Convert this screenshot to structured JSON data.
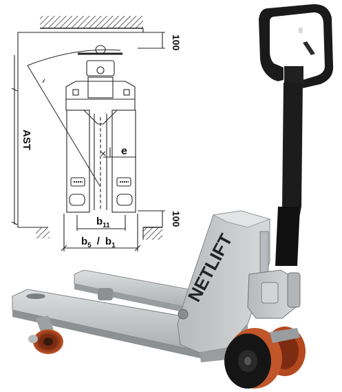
{
  "brand": {
    "text": "NETLIFT"
  },
  "dimensions": {
    "clearance_top": "100",
    "clearance_bottom": "100",
    "aisle_width": "AST",
    "fork_offset": "e",
    "inner_width": "b",
    "inner_width_sub": "11",
    "outer_width_a": "b",
    "outer_width_a_sub": "5",
    "slash": "/",
    "outer_width_b": "b",
    "outer_width_b_sub": "1"
  },
  "colors": {
    "frame": "#c8cacb",
    "frame_shadow": "#9c9fa1",
    "handle": "#1a1a1a",
    "wheel_red": "#b4491f",
    "wheel_black": "#151515",
    "line": "#222222"
  }
}
